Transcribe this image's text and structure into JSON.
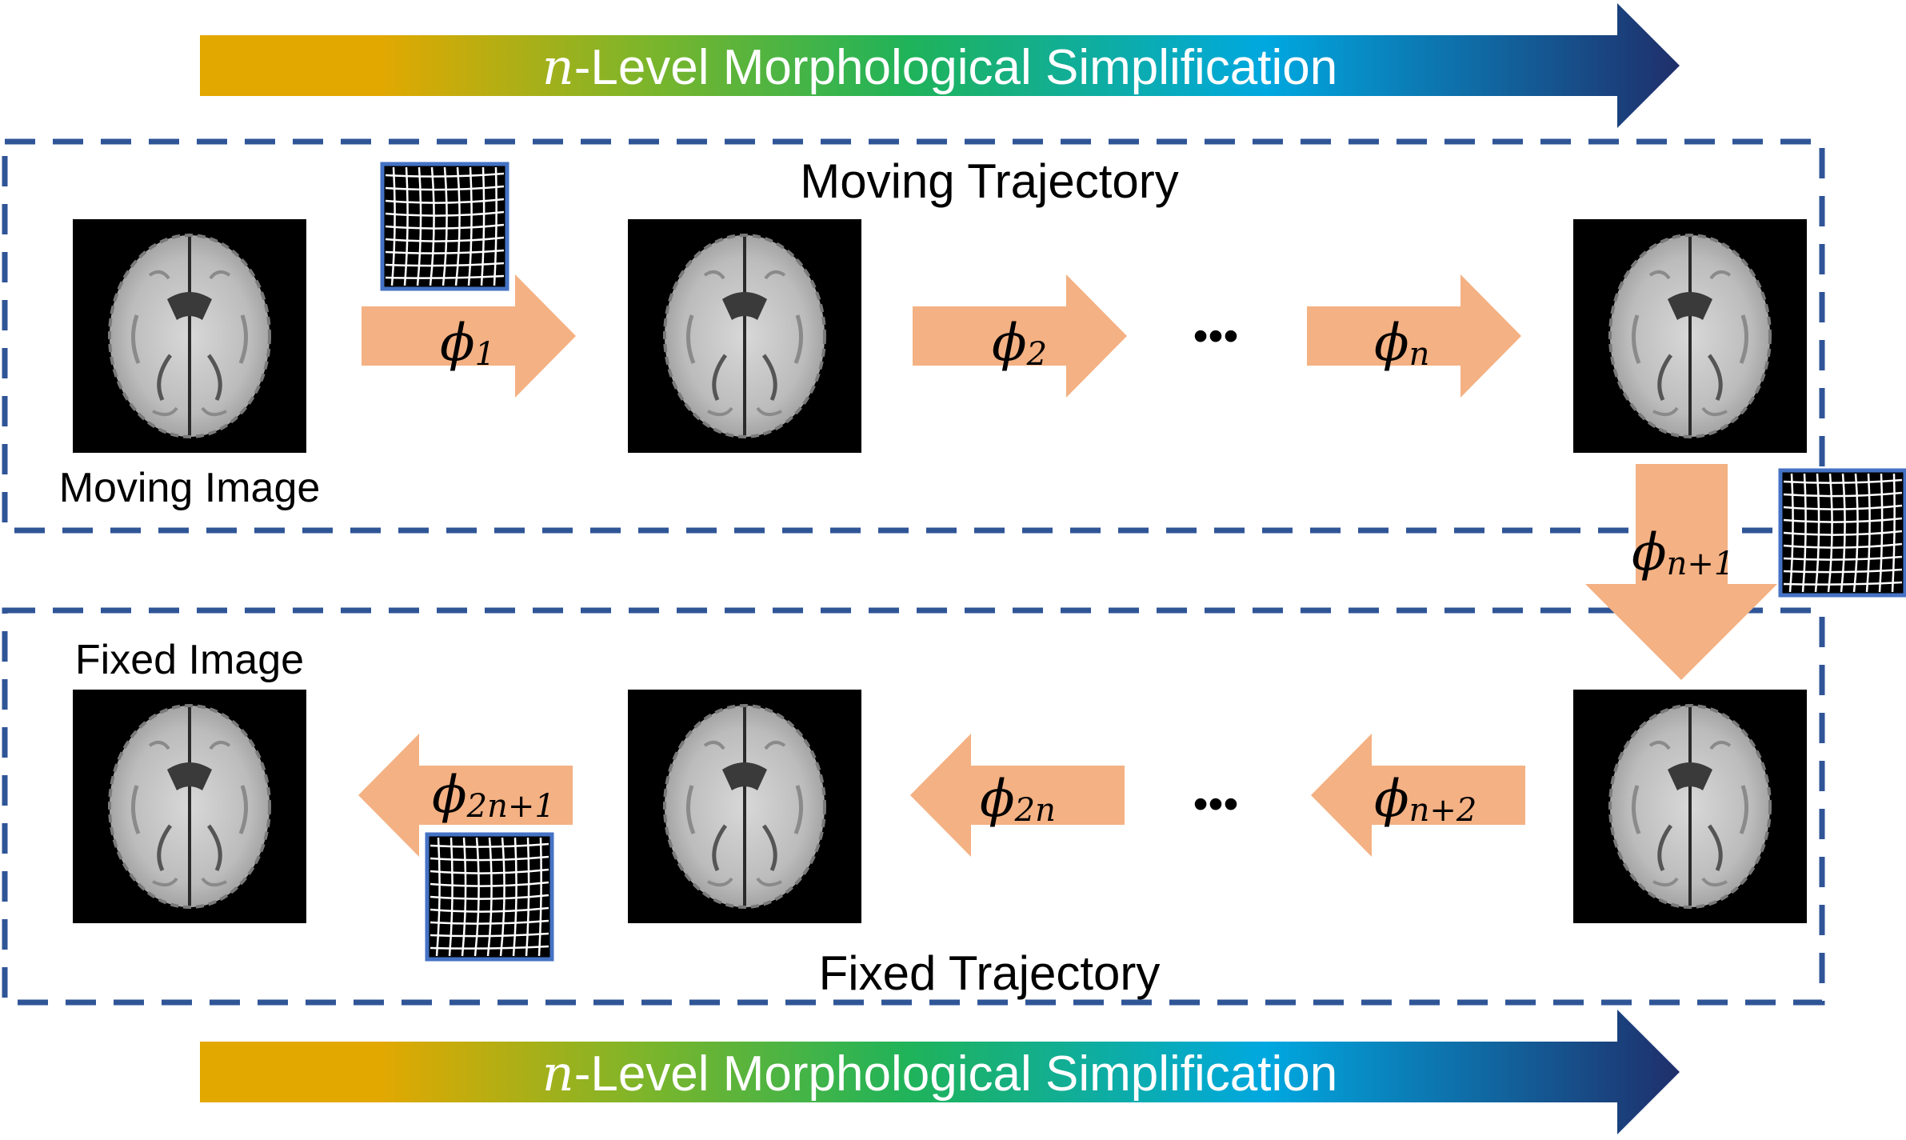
{
  "banners": {
    "top": {
      "italic": "n",
      "rest": "-Level Morphological Simplification"
    },
    "bottom": {
      "italic": "n",
      "rest": "-Level Morphological Simplification"
    }
  },
  "labels": {
    "moving_trajectory": "Moving Trajectory",
    "fixed_trajectory": "Fixed Trajectory",
    "moving_image": "Moving Image",
    "fixed_image": "Fixed Image",
    "ellipsis": "•••"
  },
  "transforms": {
    "phi_symbol": "ϕ",
    "phi_1": "1",
    "phi_2": "2",
    "phi_n": "n",
    "phi_n1": "n+1",
    "phi_n2": "n+2",
    "phi_2n": "2n",
    "phi_2n1": "2n+1"
  },
  "colors": {
    "dash_border": "#2f5597",
    "arrow_fill": "#f4b183",
    "grid_border": "#4472c4",
    "banner_start": "#e3a800",
    "banner_mid": "#1fb35a",
    "banner_cyan": "#00a8e0",
    "banner_end": "#1f2f6b"
  }
}
